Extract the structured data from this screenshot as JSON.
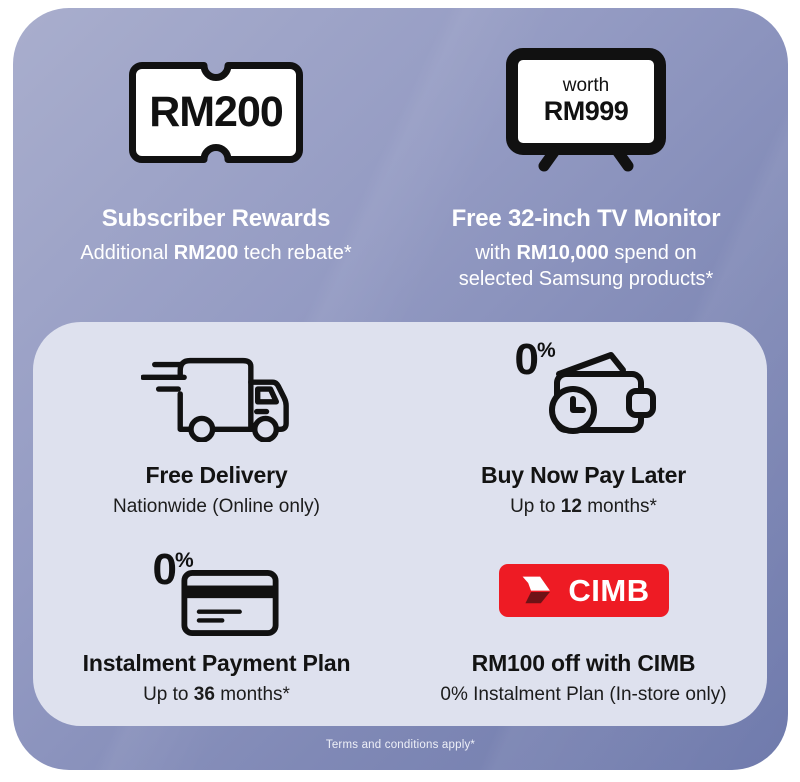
{
  "colors": {
    "panel_gradient_start": "#a9aecd",
    "panel_gradient_end": "#6f7aac",
    "inner_panel": "#dee1ee",
    "cimb_red": "#ee1b24",
    "cimb_maroon": "#6e1216",
    "text_light": "#ffffff",
    "text_dark": "#111111"
  },
  "top": {
    "subscriber": {
      "voucher_text": "RM200",
      "title": "Subscriber Rewards",
      "desc_prefix": "Additional ",
      "desc_bold": "RM200",
      "desc_suffix": " tech rebate*"
    },
    "tv": {
      "tv_line1": "worth",
      "tv_line2": "RM999",
      "title": "Free 32-inch TV Monitor",
      "desc1_prefix": "with ",
      "desc1_bold": "RM10,000",
      "desc1_suffix": " spend on",
      "desc2": "selected Samsung products*"
    }
  },
  "benefits": {
    "delivery": {
      "title": "Free Delivery",
      "desc": "Nationwide (Online only)"
    },
    "bnpl": {
      "badge_zero": "0",
      "badge_percent": "%",
      "title": "Buy Now Pay Later",
      "desc_prefix": "Up to ",
      "desc_bold": "12",
      "desc_suffix": " months*"
    },
    "instalment": {
      "badge_zero": "0",
      "badge_percent": "%",
      "title": "Instalment Payment Plan",
      "desc_prefix": "Up to ",
      "desc_bold": "36",
      "desc_suffix": " months*"
    },
    "cimb": {
      "logo_text": "CIMB",
      "title": "RM100 off with CIMB",
      "desc": "0% Instalment Plan (In-store only)"
    }
  },
  "footer": {
    "terms": "Terms and conditions apply*"
  }
}
